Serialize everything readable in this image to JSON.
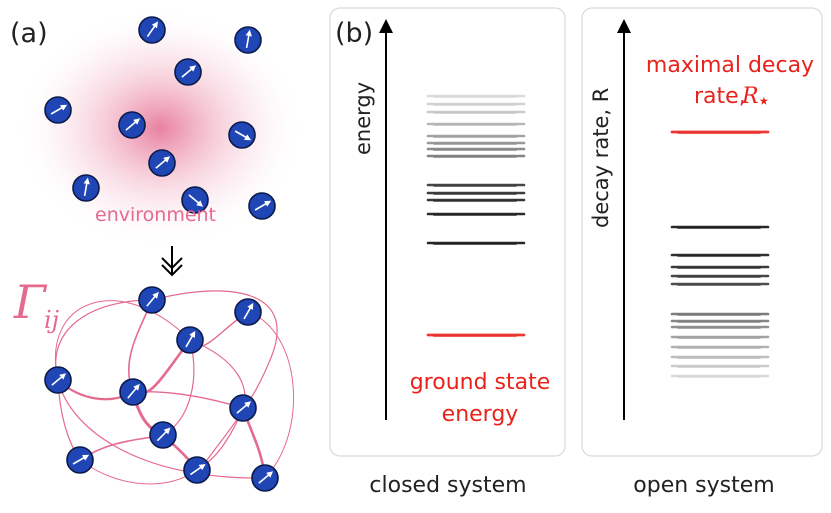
{
  "panel_a": {
    "label": "(a)",
    "environment_label": "environment",
    "coupling_label": "Γ",
    "coupling_subscript": "ij"
  },
  "panel_b": {
    "label": "(b)",
    "closed": {
      "axis_label": "energy",
      "highlight_label_line1": "ground state",
      "highlight_label_line2": "energy",
      "caption": "closed system"
    },
    "open": {
      "axis_label": "decay rate, R",
      "highlight_label_line1": "maximal decay",
      "highlight_label_line2": "rate,",
      "highlight_symbol": "R",
      "highlight_symbol_sub": "⋆",
      "caption": "open system"
    }
  },
  "colors": {
    "atom": "#1f46b4",
    "environment": "#e46a8e",
    "highlight": "#e8231c",
    "panel_border": "#d9d9d9"
  },
  "icons": {
    "arrow_down": "double-down-arrow-icon",
    "atom": "spin-atom-icon"
  }
}
